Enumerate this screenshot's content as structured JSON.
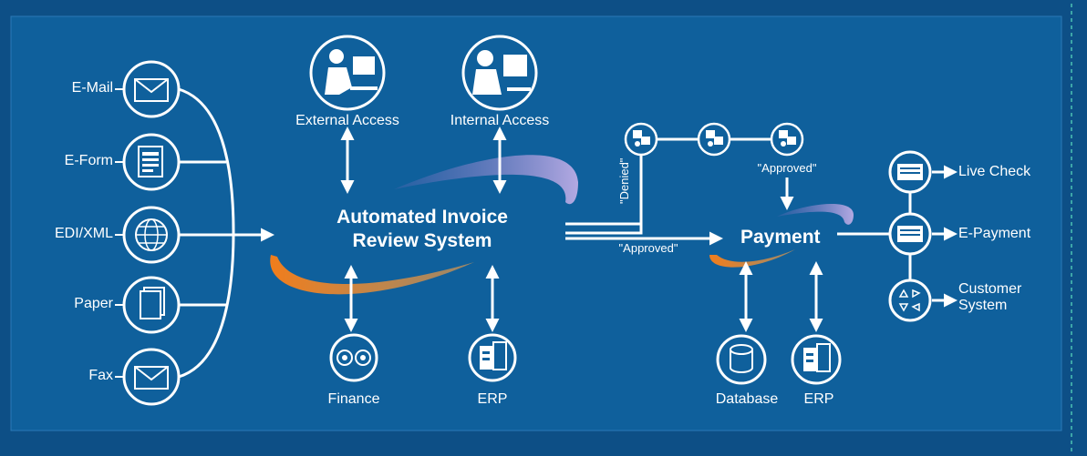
{
  "colors": {
    "background": "#0d4f86",
    "panel": "#0f609c",
    "line": "#ffffff",
    "accent_orange": "#f07d1c",
    "accent_purple": "#9b8fd0"
  },
  "inputs": [
    {
      "label": "E-Mail",
      "icon": "envelope-icon"
    },
    {
      "label": "E-Form",
      "icon": "form-document-icon"
    },
    {
      "label": "EDI/XML",
      "icon": "globe-icon"
    },
    {
      "label": "Paper",
      "icon": "paper-stack-icon"
    },
    {
      "label": "Fax",
      "icon": "envelope-icon"
    }
  ],
  "review_system": {
    "line1": "Automated Invoice",
    "line2": "Review System"
  },
  "review_access": [
    {
      "label": "External Access",
      "icon": "person-at-computer-icon"
    },
    {
      "label": "Internal Access",
      "icon": "person-at-computer-icon"
    }
  ],
  "review_backends": [
    {
      "label": "Finance",
      "icon": "finance-icon"
    },
    {
      "label": "ERP",
      "icon": "server-rack-icon"
    }
  ],
  "approval": {
    "denied_label": "\"Denied\"",
    "approved_top_label": "\"Approved\"",
    "approved_bottom_label": "\"Approved\"",
    "workstation_icon": "workstation-icon"
  },
  "payment": {
    "label": "Payment",
    "backends": [
      {
        "label": "Database",
        "icon": "database-icon"
      },
      {
        "label": "ERP",
        "icon": "server-rack-icon"
      }
    ]
  },
  "outputs": [
    {
      "label": "Live Check",
      "icon": "check-card-icon"
    },
    {
      "label": "E-Payment",
      "icon": "check-card-icon"
    },
    {
      "label_line1": "Customer",
      "label_line2": "System",
      "icon": "workflow-icon"
    }
  ]
}
